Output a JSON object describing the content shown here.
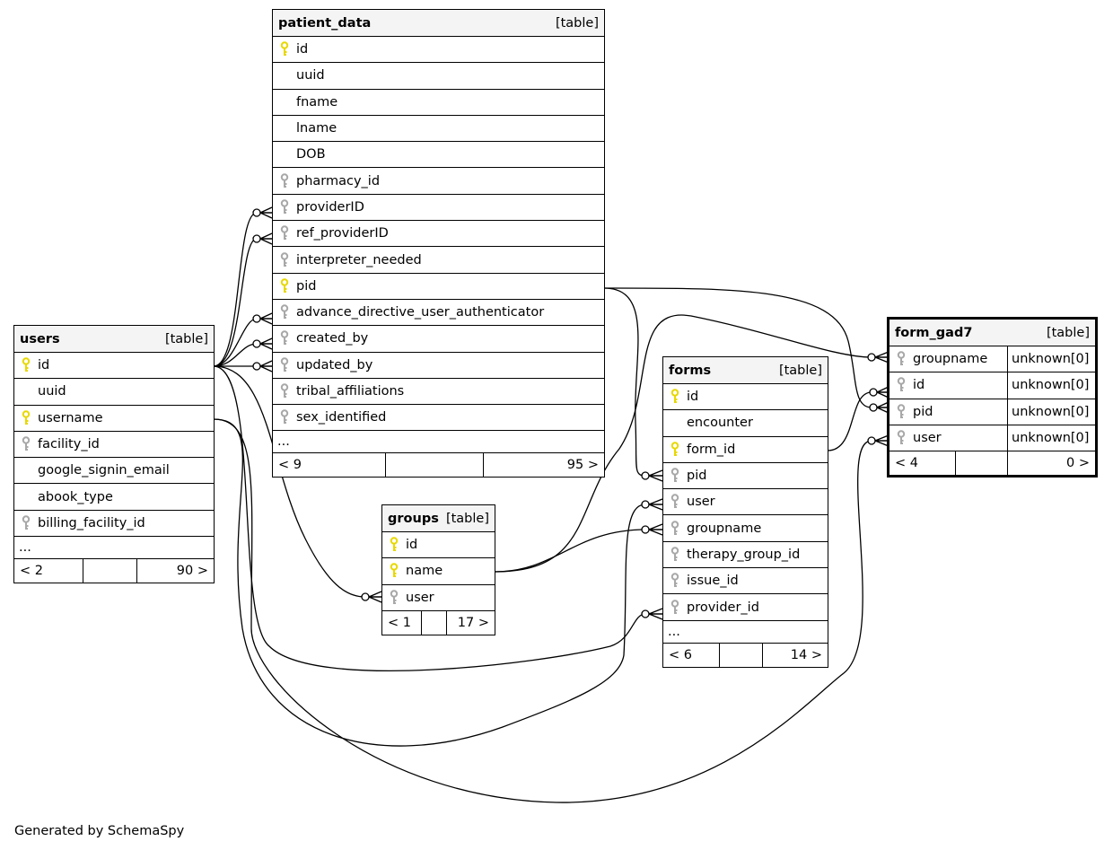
{
  "diagram": {
    "footer": "Generated by SchemaSpy",
    "tables": [
      {
        "id": "patient_data",
        "label": "[table]",
        "columns": [
          {
            "name": "id",
            "key": "primary"
          },
          {
            "name": "uuid",
            "key": "none"
          },
          {
            "name": "fname",
            "key": "none"
          },
          {
            "name": "lname",
            "key": "none"
          },
          {
            "name": "DOB",
            "key": "none"
          },
          {
            "name": "pharmacy_id",
            "key": "foreign"
          },
          {
            "name": "providerID",
            "key": "foreign"
          },
          {
            "name": "ref_providerID",
            "key": "foreign"
          },
          {
            "name": "interpreter_needed",
            "key": "foreign"
          },
          {
            "name": "pid",
            "key": "primary"
          },
          {
            "name": "advance_directive_user_authenticator",
            "key": "foreign"
          },
          {
            "name": "created_by",
            "key": "foreign"
          },
          {
            "name": "updated_by",
            "key": "foreign"
          },
          {
            "name": "tribal_affiliations",
            "key": "foreign"
          },
          {
            "name": "sex_identified",
            "key": "foreign"
          }
        ],
        "ellipsis": "...",
        "parents": "< 9",
        "children": "95 >"
      },
      {
        "id": "users",
        "label": "[table]",
        "columns": [
          {
            "name": "id",
            "key": "primary"
          },
          {
            "name": "uuid",
            "key": "none"
          },
          {
            "name": "username",
            "key": "primary"
          },
          {
            "name": "facility_id",
            "key": "foreign"
          },
          {
            "name": "google_signin_email",
            "key": "none"
          },
          {
            "name": "abook_type",
            "key": "none"
          },
          {
            "name": "billing_facility_id",
            "key": "foreign"
          }
        ],
        "ellipsis": "...",
        "parents": "< 2",
        "children": "90 >"
      },
      {
        "id": "groups",
        "label": "[table]",
        "columns": [
          {
            "name": "id",
            "key": "primary"
          },
          {
            "name": "name",
            "key": "primary"
          },
          {
            "name": "user",
            "key": "foreign"
          }
        ],
        "ellipsis": "",
        "parents": "< 1",
        "children": "17 >"
      },
      {
        "id": "forms",
        "label": "[table]",
        "columns": [
          {
            "name": "id",
            "key": "primary"
          },
          {
            "name": "encounter",
            "key": "none"
          },
          {
            "name": "form_id",
            "key": "primary"
          },
          {
            "name": "pid",
            "key": "foreign"
          },
          {
            "name": "user",
            "key": "foreign"
          },
          {
            "name": "groupname",
            "key": "foreign"
          },
          {
            "name": "therapy_group_id",
            "key": "foreign"
          },
          {
            "name": "issue_id",
            "key": "foreign"
          },
          {
            "name": "provider_id",
            "key": "foreign"
          }
        ],
        "ellipsis": "...",
        "parents": "< 6",
        "children": "14 >"
      },
      {
        "id": "form_gad7",
        "label": "[table]",
        "columns": [
          {
            "name": "groupname",
            "key": "foreign",
            "type": "unknown[0]"
          },
          {
            "name": "id",
            "key": "foreign",
            "type": "unknown[0]"
          },
          {
            "name": "pid",
            "key": "foreign",
            "type": "unknown[0]"
          },
          {
            "name": "user",
            "key": "foreign",
            "type": "unknown[0]"
          }
        ],
        "ellipsis": "",
        "parents": "< 4",
        "children": "0 >"
      }
    ],
    "relationships": [
      {
        "from": "users.id",
        "to": "patient_data.providerID"
      },
      {
        "from": "users.id",
        "to": "patient_data.ref_providerID"
      },
      {
        "from": "users.id",
        "to": "patient_data.advance_directive_user_authenticator"
      },
      {
        "from": "users.id",
        "to": "patient_data.created_by"
      },
      {
        "from": "users.id",
        "to": "patient_data.updated_by"
      },
      {
        "from": "users.id",
        "to": "groups.user"
      },
      {
        "from": "users.id",
        "to": "forms.provider_id"
      },
      {
        "from": "users.username",
        "to": "forms.user"
      },
      {
        "from": "users.username",
        "to": "form_gad7.user"
      },
      {
        "from": "patient_data.pid",
        "to": "forms.pid"
      },
      {
        "from": "patient_data.pid",
        "to": "form_gad7.pid"
      },
      {
        "from": "groups.name",
        "to": "forms.groupname"
      },
      {
        "from": "groups.name",
        "to": "form_gad7.groupname"
      },
      {
        "from": "forms.form_id",
        "to": "form_gad7.id"
      }
    ]
  }
}
